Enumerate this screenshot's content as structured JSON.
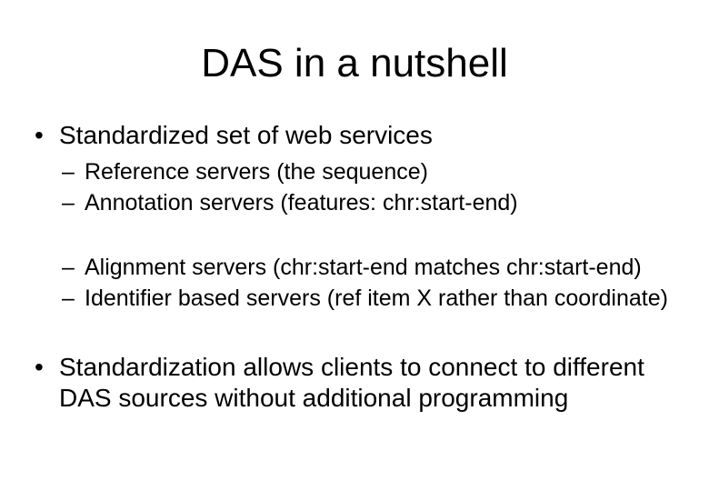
{
  "colors": {
    "background": "#ffffff",
    "text": "#000000"
  },
  "slide": {
    "title": "DAS in a nutshell",
    "bullet1": {
      "marker": "•",
      "text": "Standardized set of web services"
    },
    "sub_group1": [
      {
        "marker": "–",
        "text": "Reference servers (the sequence)"
      },
      {
        "marker": "–",
        "text": "Annotation servers (features: chr:start-end)"
      }
    ],
    "sub_group2": [
      {
        "marker": "–",
        "text": "Alignment servers (chr:start-end matches chr:start-end)"
      },
      {
        "marker": "–",
        "text": "Identifier based servers (ref item X rather than coordinate)"
      }
    ],
    "bullet2": {
      "marker": "•",
      "text": "Standardization allows clients to connect to different DAS sources without additional programming"
    }
  }
}
